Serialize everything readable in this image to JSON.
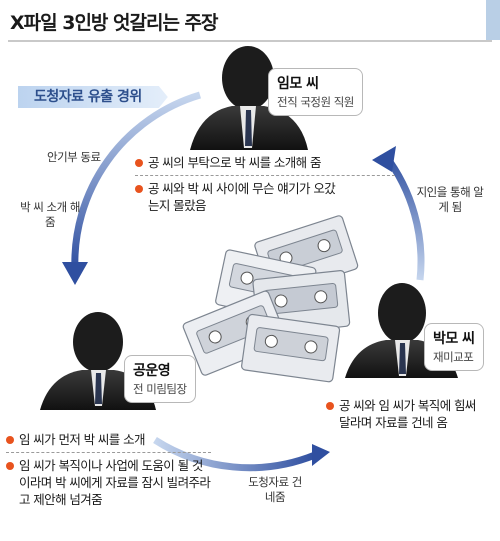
{
  "header": {
    "title": "X파일 3인방 엇갈리는 주장"
  },
  "ribbon": {
    "label": "도청자료 유출 경위"
  },
  "people": {
    "im": {
      "name": "임모 씨",
      "role": "전직 국정원 직원"
    },
    "park": {
      "name": "박모 씨",
      "role": "재미교포"
    },
    "gong": {
      "name": "공운영",
      "role": "전 미림팀장"
    }
  },
  "statements": {
    "im": [
      "공 씨의 부탁으로 박 씨를 소개해 줌",
      "공 씨와 박 씨 사이에 무슨 얘기가 오갔는지 몰랐음"
    ],
    "park": [
      "공 씨와 임 씨가 복직에 힘써 달라며 자료를 건네 옴"
    ],
    "gong": [
      "임 씨가 먼저 박 씨를 소개",
      "임 씨가 복직이나 사업에 도움이 될 것이라며 박 씨에게 자료를 잠시 빌려주라고 제안해 넘겨줌"
    ]
  },
  "arrows": {
    "top_left": "안기부 동료",
    "left": "박 씨 소개 해 줌",
    "right": "지인을 통해 알게 됨",
    "bottom": "도청자료 건네줌"
  },
  "colors": {
    "arrow_blue": "#3558a8",
    "bullet": "#e8531e",
    "ribbon_text": "#2d4f8c"
  }
}
